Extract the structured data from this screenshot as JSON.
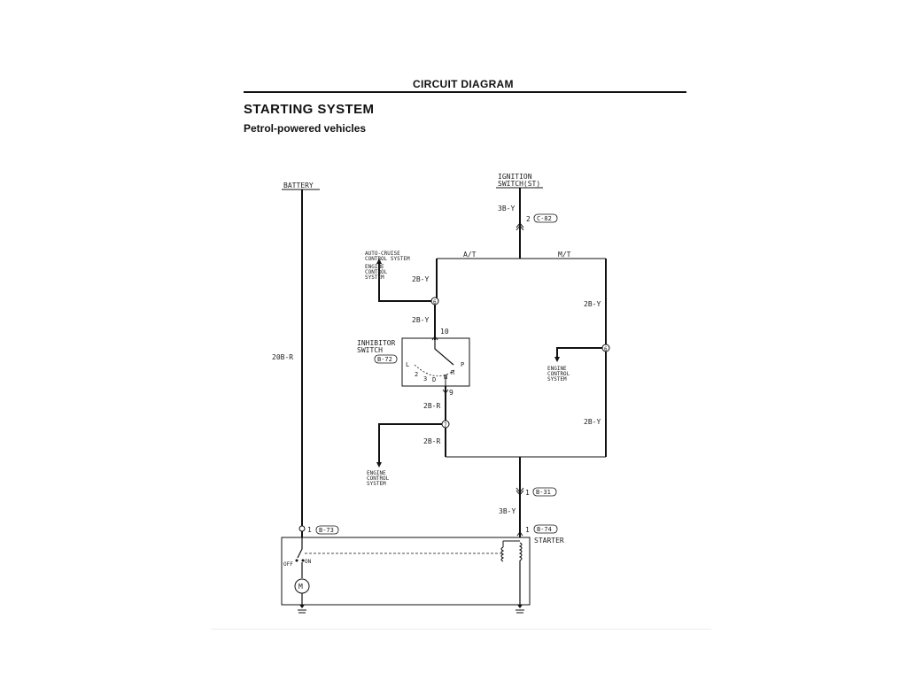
{
  "header": {
    "title": "CIRCUIT DIAGRAM",
    "system": "STARTING SYSTEM",
    "subtitle": "Petrol-powered vehicles"
  },
  "diagram": {
    "battery": "BATTERY",
    "ignition_line1": "IGNITION",
    "ignition_line2": "SWITCH(ST)",
    "wire_3b_y": "3B-Y",
    "wire_2b_y": "2B-Y",
    "wire_2b_r": "2B-R",
    "wire_20b_r": "20B-R",
    "pin_2": "2",
    "conn_c82": "C-82",
    "at": "A/T",
    "mt": "M/T",
    "auto_cruise_line1": "AUTO-CRUISE",
    "auto_cruise_line2": "CONTROL SYSTEM",
    "engine": "ENGINE",
    "control": "CONTROL",
    "system": "SYSTEM",
    "inhibitor_line1": "INHIBITOR",
    "inhibitor_line2": "SWITCH",
    "conn_b72": "B-72",
    "pin_10": "10",
    "pin_9": "9",
    "pos_l": "L",
    "pos_2": "2",
    "pos_3": "3",
    "pos_d": "D",
    "pos_n": "N",
    "pos_r": "R",
    "pos_p": "P",
    "node_6": "6",
    "node_7": "7",
    "pin_1": "1",
    "conn_b31": "B-31",
    "conn_b73": "B-73",
    "conn_b74": "B-74",
    "starter": "STARTER",
    "off": "OFF",
    "on": "ON",
    "motor": "M"
  }
}
